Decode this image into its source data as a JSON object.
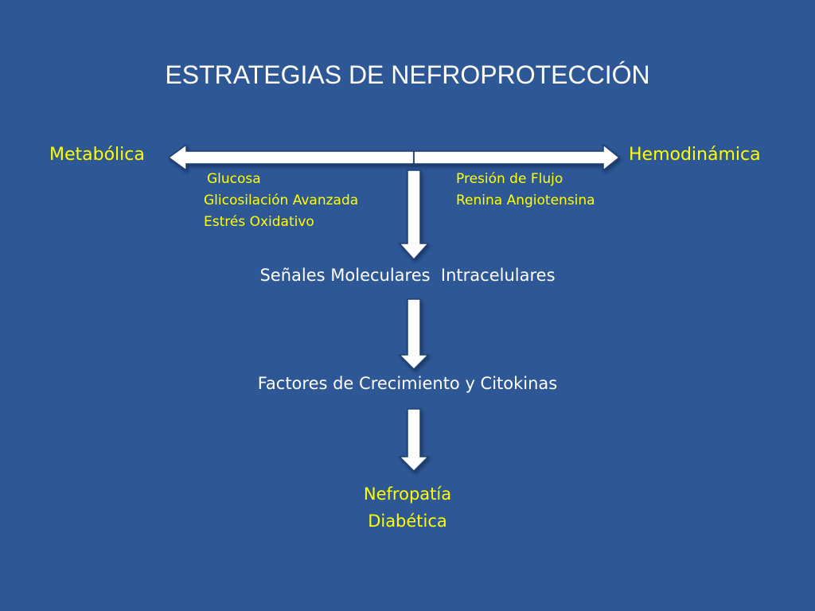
{
  "title": "ESTRATEGIAS DE NEFROPROTECCIÓN",
  "axis": {
    "left_label": "Metabólica",
    "right_label": "Hemodinámica"
  },
  "left_factors": [
    "Glucosa",
    "Glicosilación Avanzada",
    "Estrés Oxidativo"
  ],
  "right_factors": [
    "Presión de Flujo",
    "Renina Angiotensina"
  ],
  "steps": {
    "signals": "Señales Moleculares  Intracelulares",
    "factors": "Factores de Crecimiento y Citokinas"
  },
  "outcome": {
    "line1": "Nefropatía",
    "line2": "Diabética"
  },
  "colors": {
    "background": "#2E5795",
    "accent_text": "#FFFF00",
    "main_text": "#FFFFFF",
    "arrow_fill": "#FFFFFF",
    "arrow_outline": "#1E3F70"
  }
}
